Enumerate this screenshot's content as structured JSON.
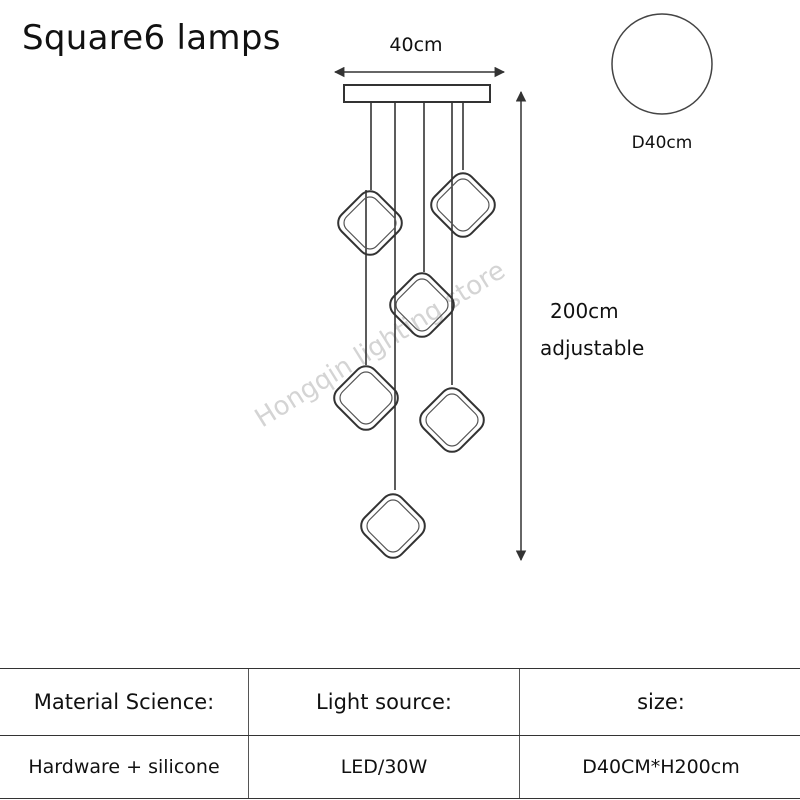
{
  "title": "Square6 lamps",
  "dimensions": {
    "width_label": "40cm",
    "height_label_line1": "200cm",
    "height_label_line2": "adjustable",
    "top_view_label": "D40cm"
  },
  "watermark": "Hongqin lighting store",
  "specs": {
    "headers": [
      "Material Science:",
      "Light source:",
      "size:"
    ],
    "values": [
      "Hardware + silicone",
      "LED/30W",
      "D40CM*H200cm"
    ]
  },
  "colors": {
    "line": "#333333",
    "text": "#111111",
    "watermark": "#d0d0d0"
  },
  "icons": {
    "lamp": "rounded-square-ring",
    "top_view": "circle-outline"
  }
}
